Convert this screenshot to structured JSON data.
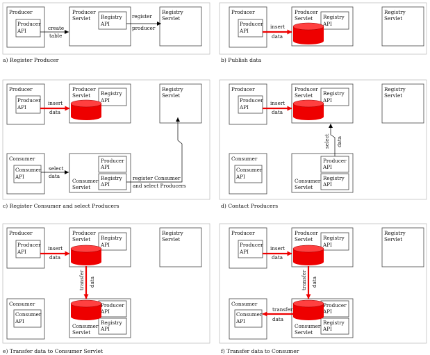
{
  "labels": {
    "producer": "Producer",
    "producer_api_1": "Producer",
    "producer_api_2": "API",
    "producer_servlet_1": "Producer",
    "producer_servlet_2": "Servlet",
    "registry_api_1": "Registry",
    "registry_api_2": "API",
    "registry_servlet_1": "Registry",
    "registry_servlet_2": "Servlet",
    "consumer": "Consumer",
    "consumer_api_1": "Consumer",
    "consumer_api_2": "API",
    "consumer_servlet_1": "Consumer",
    "consumer_servlet_2": "Servlet",
    "create": "create",
    "table": "table",
    "register": "register",
    "producer_word": "producer",
    "insert": "insert",
    "data": "data",
    "select": "select",
    "register_consumer": "register Consumer",
    "and_select_producers": "and select Producers",
    "transfer": "transfer"
  },
  "captions": {
    "a": "a) Register Producer",
    "b": "b) Publish data",
    "c": "c) Register Consumer and select Producers",
    "d": "d) Contact Producers",
    "e": "e) Transfer data to Consumer Servlet",
    "f": "f) Transfer data to Consumer"
  },
  "colors": {
    "highlight": "#ee0000",
    "line": "#000000"
  }
}
